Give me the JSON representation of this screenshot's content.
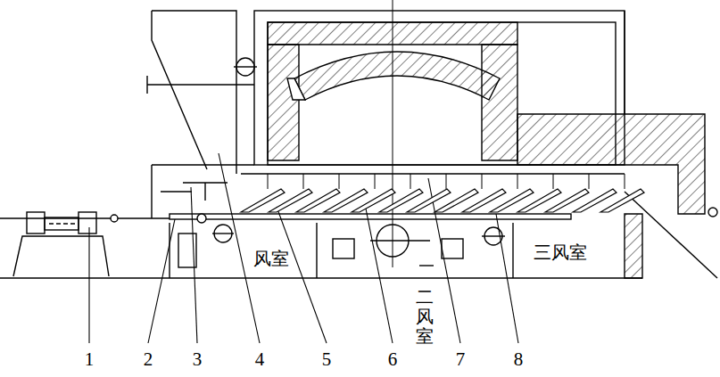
{
  "diagram": {
    "labels": [
      "1",
      "2",
      "3",
      "4",
      "5",
      "6",
      "7",
      "8",
      "风室",
      "二风室",
      "三风室"
    ]
  }
}
